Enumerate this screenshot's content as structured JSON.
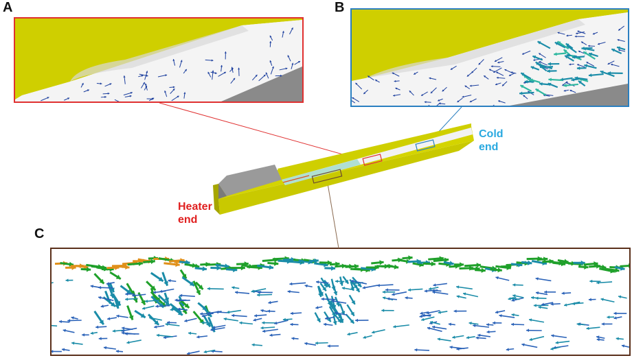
{
  "panels": {
    "a": {
      "letter": "A"
    },
    "b": {
      "letter": "B"
    },
    "c": {
      "letter": "C"
    }
  },
  "labels": {
    "cold_end": "Cold\nend",
    "heater_end": "Heater\nend"
  },
  "colors": {
    "panel_a_frame": "#e03030",
    "panel_b_frame": "#2a7fc0",
    "panel_c_frame": "#5a2f1a",
    "cold_text": "#29a9e0",
    "heater_text": "#e02020",
    "trough_yellow": "#cfcf00",
    "trough_yellow_dark": "#a6a600",
    "surface_gray": "#8a8a8a",
    "arrow_blue": "#1c3f9e",
    "arrow_teal": "#1a8ca8",
    "arrow_green": "#1fa02a",
    "arrow_orange": "#e0901a"
  }
}
